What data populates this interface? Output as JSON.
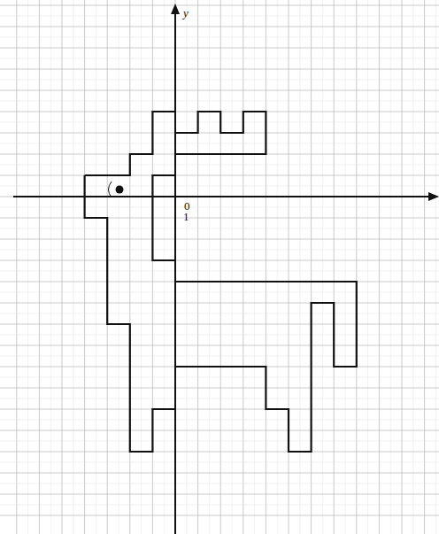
{
  "diagram": {
    "labels": [
      "y",
      "0",
      "1"
    ]
  }
}
